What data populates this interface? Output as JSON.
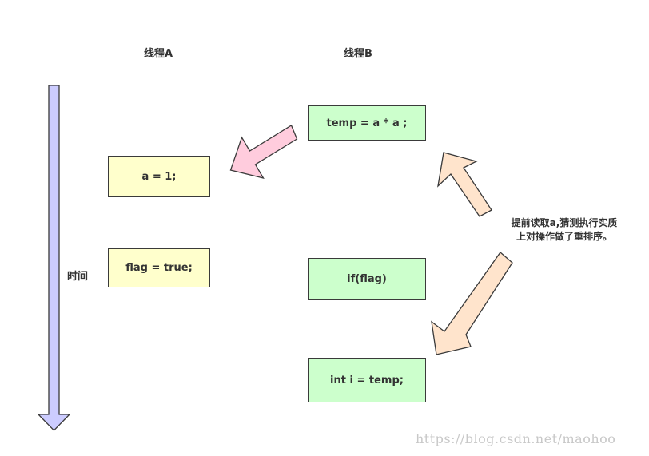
{
  "headings": {
    "thread_a": "线程A",
    "thread_b": "线程B",
    "time": "时间"
  },
  "thread_a_boxes": [
    "a = 1;",
    "flag = true;"
  ],
  "thread_b_boxes": [
    "temp = a * a ;",
    "if(flag)",
    "int i = temp;"
  ],
  "note": {
    "line1": "提前读取a,猜测执行实质",
    "line2": "上对操作做了重排序。"
  },
  "watermark": "https://blog.csdn.net/maohoo",
  "colors": {
    "time_arrow": "#ccccff",
    "box_a": "#ffffcc",
    "box_b": "#ccffcc",
    "pink_arrow": "#ffccdd",
    "peach_arrow": "#ffe4cc",
    "stroke": "#3a3a3a"
  }
}
